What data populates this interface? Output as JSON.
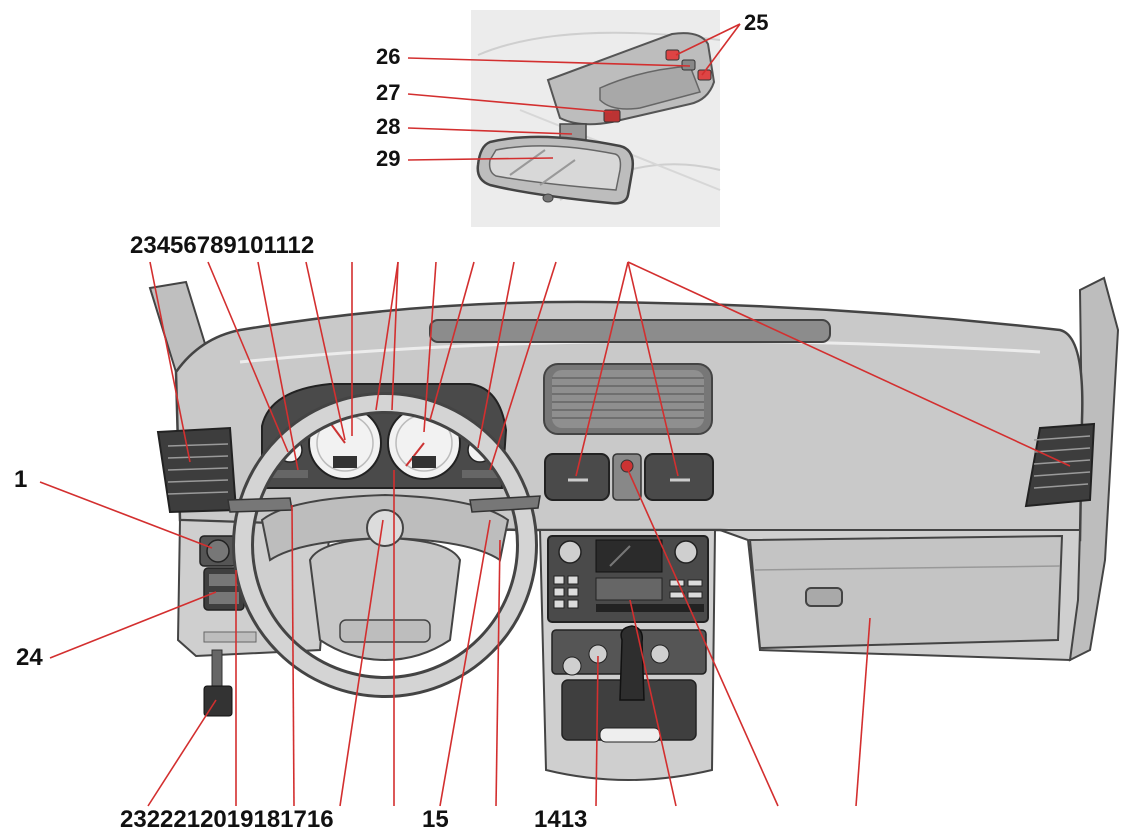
{
  "diagram": {
    "line_color": "#d32f2f",
    "labels": {
      "top_row": "23456789101112",
      "left_upper": "1",
      "left_lower": "24",
      "bottom_left": "2322212019181716",
      "bottom_mid": "15",
      "bottom_right": "1413",
      "inset_25": "25",
      "inset_26": "26",
      "inset_27": "27",
      "inset_28": "28",
      "inset_29": "29"
    }
  }
}
